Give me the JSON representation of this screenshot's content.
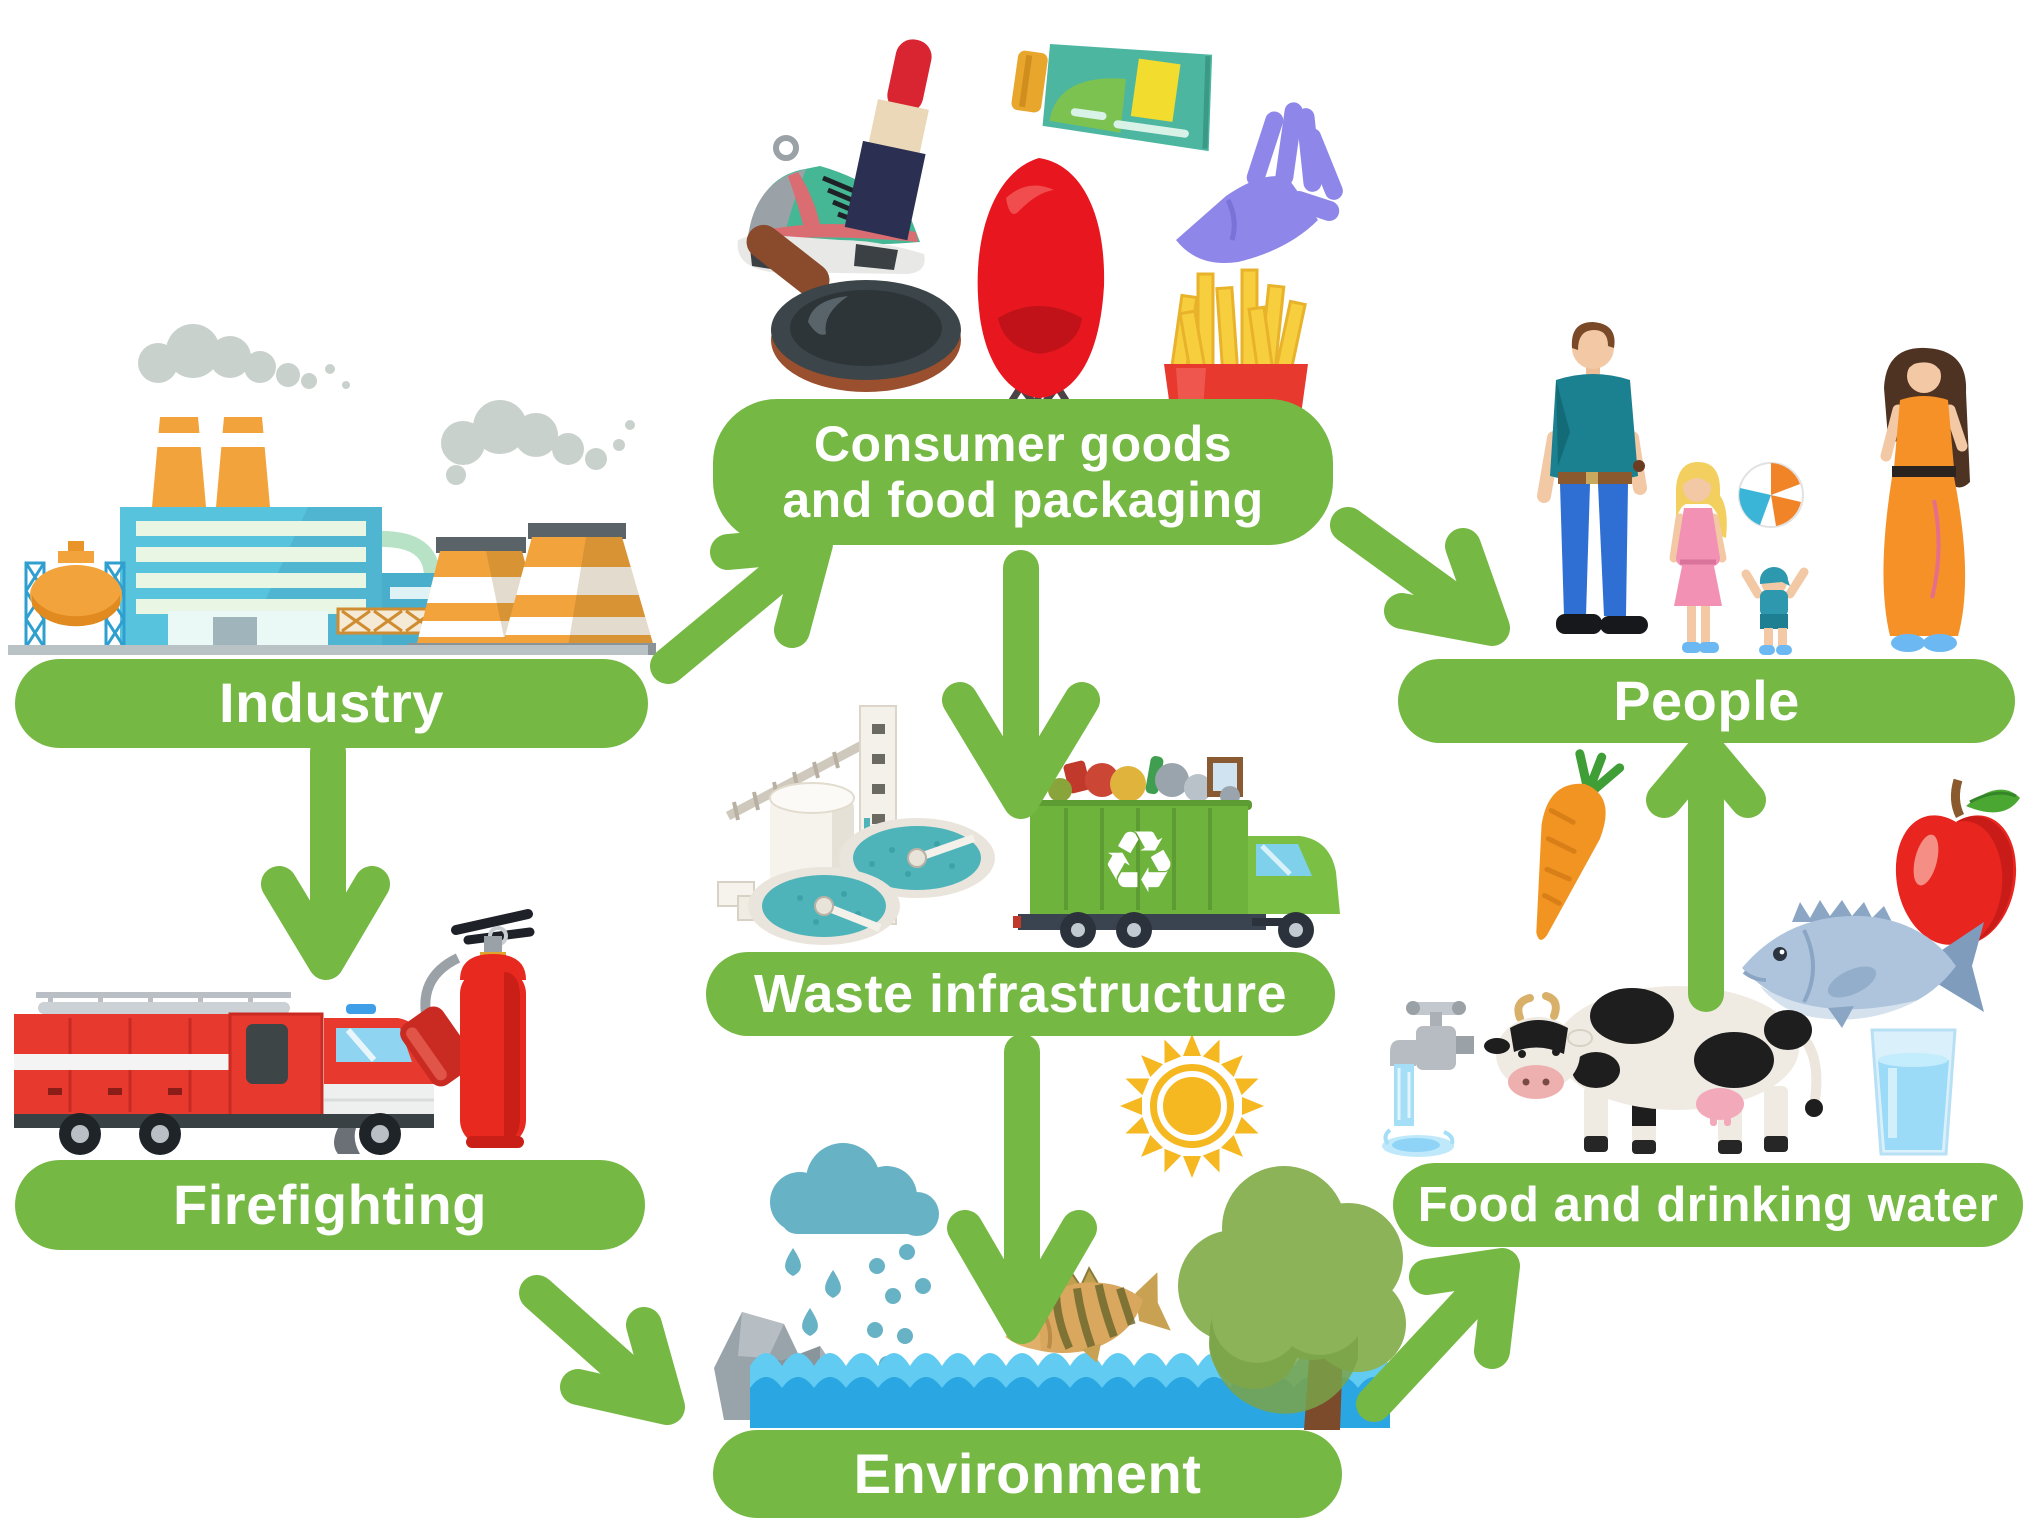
{
  "palette": {
    "green": "#75b843",
    "label_text": "#ffffff",
    "truck_green": "#6db33c",
    "water_blue": "#2aa6e2",
    "fire_red": "#e8392f"
  },
  "nodes": {
    "industry": {
      "label": "Industry",
      "icon": "factory-icon"
    },
    "consumer_goods": {
      "label": "Consumer goods and food packaging",
      "line1": "Consumer goods",
      "line2": "and food packaging",
      "icons": [
        "sneaker-icon",
        "lipstick-icon",
        "cream-tube-icon",
        "rubber-glove-icon",
        "designer-chair-icon",
        "french-fries-icon",
        "frying-pan-icon"
      ]
    },
    "people": {
      "label": "People",
      "icons": [
        "man-icon",
        "girl-icon",
        "toddler-icon",
        "beach-ball-icon",
        "woman-icon"
      ]
    },
    "waste_infrastructure": {
      "label": "Waste infrastructure",
      "icons": [
        "water-treatment-plant-icon",
        "garbage-truck-icon"
      ]
    },
    "firefighting": {
      "label": "Firefighting",
      "icons": [
        "fire-truck-icon",
        "fire-extinguisher-icon"
      ]
    },
    "food_and_drinking_water": {
      "label": "Food and drinking water",
      "icons": [
        "water-tap-icon",
        "carrot-icon",
        "apple-icon",
        "fish-icon",
        "cow-icon",
        "water-glass-icon"
      ]
    },
    "environment": {
      "label": "Environment",
      "icons": [
        "rain-cloud-icon",
        "sun-icon",
        "rocks-icon",
        "river-icon",
        "jumping-fish-icon",
        "tree-icon"
      ]
    }
  },
  "icons": {
    "recycle_glyph": "♻"
  },
  "connections": [
    {
      "from": "Industry",
      "to": "Consumer goods and food packaging"
    },
    {
      "from": "Consumer goods and food packaging",
      "to": "People"
    },
    {
      "from": "Consumer goods and food packaging",
      "to": "Waste infrastructure"
    },
    {
      "from": "Industry",
      "to": "Firefighting"
    },
    {
      "from": "Waste infrastructure",
      "to": "Environment"
    },
    {
      "from": "Firefighting",
      "to": "Environment"
    },
    {
      "from": "Environment",
      "to": "Food and drinking water"
    },
    {
      "from": "Food and drinking water",
      "to": "People"
    }
  ]
}
